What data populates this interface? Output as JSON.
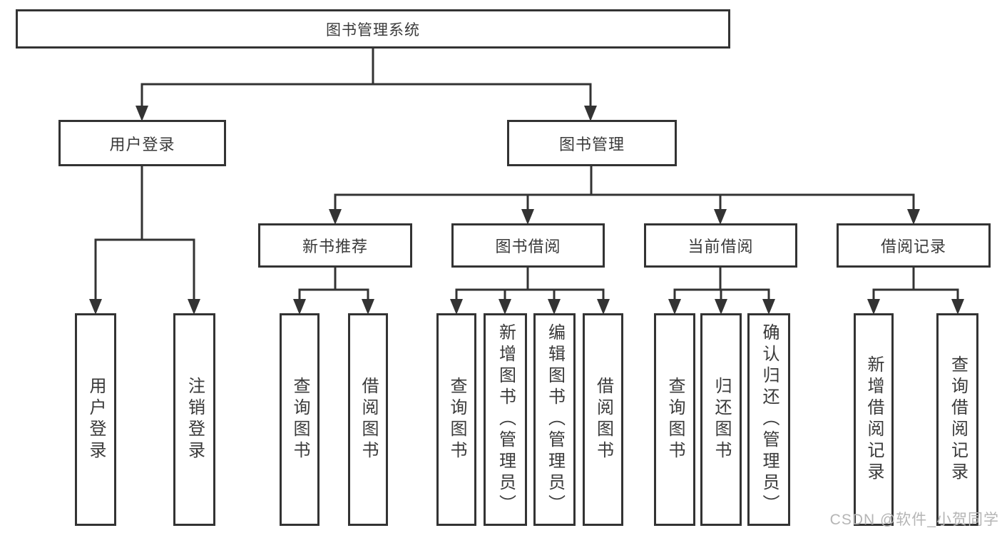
{
  "nodes": {
    "root": "图书管理系统",
    "user_login": "用户登录",
    "book_mgmt": "图书管理",
    "new_book_rec": "新书推荐",
    "book_borrow": "图书借阅",
    "current_borrow": "当前借阅",
    "borrow_record": "借阅记录",
    "user_login_leaf": "用户登录",
    "logout_leaf": "注销登录",
    "nbr_query": "查询图书",
    "nbr_borrow": "借阅图书",
    "bb_query": "查询图书",
    "bb_add": "新增图书（管理员）",
    "bb_edit": "编辑图书（管理员）",
    "bb_borrow": "借阅图书",
    "cb_query": "查询图书",
    "cb_return": "归还图书",
    "cb_confirm": "确认归还（管理员）",
    "br_add": "新增借阅记录",
    "br_query": "查询借阅记录"
  },
  "watermark": "CSDN @软件_小贺同学",
  "colors": {
    "line": "#333333",
    "text": "#3a3a3a",
    "watermark": "#b5b5b5",
    "background": "#ffffff"
  }
}
